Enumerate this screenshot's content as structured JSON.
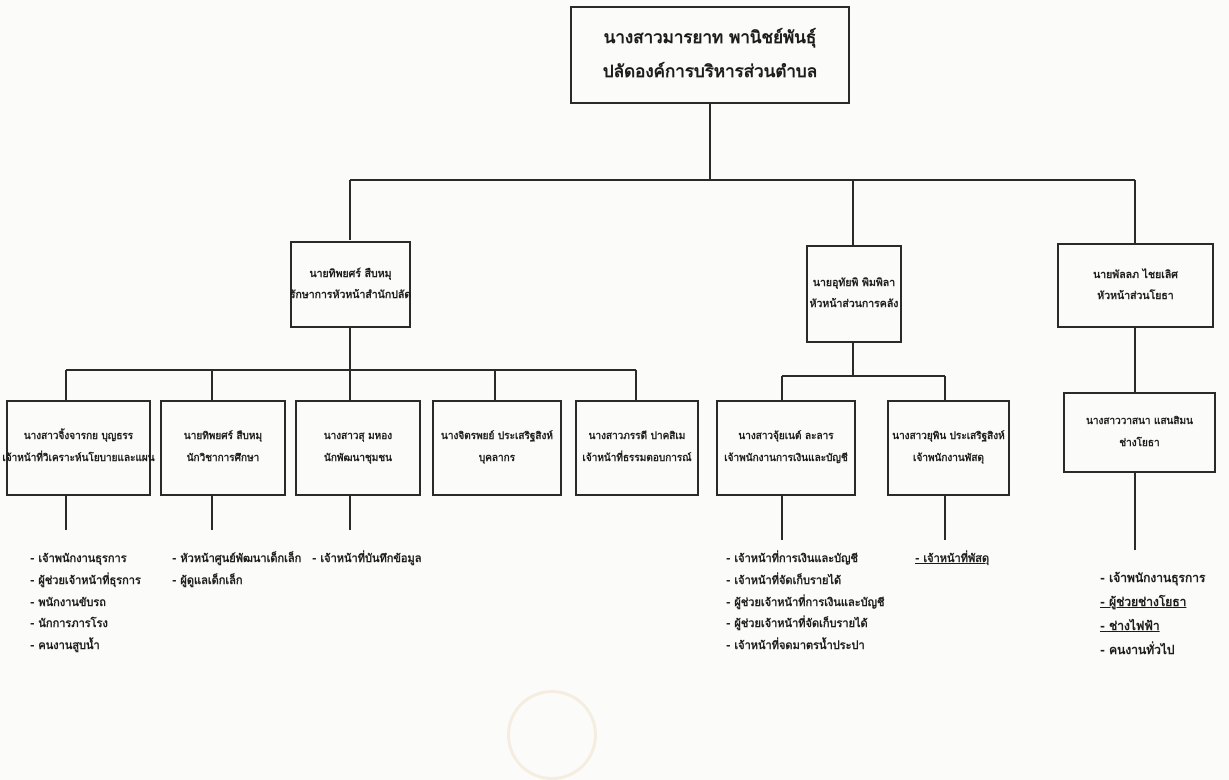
{
  "top": {
    "name": "นางสาวมารยาท พานิชย์พันธุ์",
    "title": "ปลัดองค์การบริหารส่วนตำบล"
  },
  "divisions": [
    {
      "name": "นายทิพยศร์ สืบหมุ",
      "title": "รักษาการหัวหน้าสำนักปลัด"
    },
    {
      "name": "นายอุทัยพิ พิมพิลา",
      "title": "หัวหน้าส่วนการคลัง"
    },
    {
      "name": "นายพัลลภ ไชยเลิศ",
      "title": "หัวหน้าส่วนโยธา"
    }
  ],
  "staff": [
    {
      "name": "นางสาวจิ้งจารกย บุญธรร",
      "title": "เจ้าหน้าที่วิเคราะห์นโยบายและแผน"
    },
    {
      "name": "นายทิพยศร์ สืบหมุ",
      "title": "นักวิชาการศึกษา"
    },
    {
      "name": "นางสาวสุ มหอง",
      "title": "นักพัฒนาชุมชน"
    },
    {
      "name": "นางจิตรพยย์ ประเสริฐสิงห์",
      "title": "บุคลากร"
    },
    {
      "name": "นางสาวภรรดี ปาคสิเม",
      "title": "เจ้าหน้าที่ธรรมตอบการณ์"
    },
    {
      "name": "นางสาวจุ้ยเนต์ ละลาร",
      "title": "เจ้าพนักงานการเงินและบัญชี"
    },
    {
      "name": "นางสาวยุพิน ประเสริฐสิงห์",
      "title": "เจ้าพนักงานพัสดุ"
    },
    {
      "name": "นางสาววาสนา แสนสิมน",
      "title": "ช่างโยธา"
    }
  ],
  "lists": [
    {
      "items": [
        "- เจ้าพนักงานธุรการ",
        "- ผู้ช่วยเจ้าหน้าที่ธุรการ",
        "- พนักงานขับรถ",
        "- นักการภารโรง",
        "- คนงานสูบน้ำ"
      ]
    },
    {
      "items": [
        "- หัวหน้าศูนย์พัฒนาเด็กเล็ก",
        "- ผู้ดูแลเด็กเล็ก"
      ]
    },
    {
      "items": [
        "- เจ้าหน้าที่บันทึกข้อมูล"
      ]
    },
    {
      "items": [
        "- เจ้าหน้าที่การเงินและบัญชี",
        "- เจ้าหน้าที่จัดเก็บรายได้",
        "- ผู้ช่วยเจ้าหน้าที่การเงินและบัญชี",
        "- ผู้ช่วยเจ้าหน้าที่จัดเก็บรายได้",
        "- เจ้าหน้าที่จดมาตรน้ำประปา"
      ]
    },
    {
      "items": [
        "- เจ้าหน้าที่พัสดุ"
      ]
    },
    {
      "items": [
        "- เจ้าพนักงานธุรการ",
        "- ผู้ช่วยช่างโยธา",
        "- ช่างไฟฟ้า",
        "- คนงานทั่วไป"
      ]
    }
  ]
}
